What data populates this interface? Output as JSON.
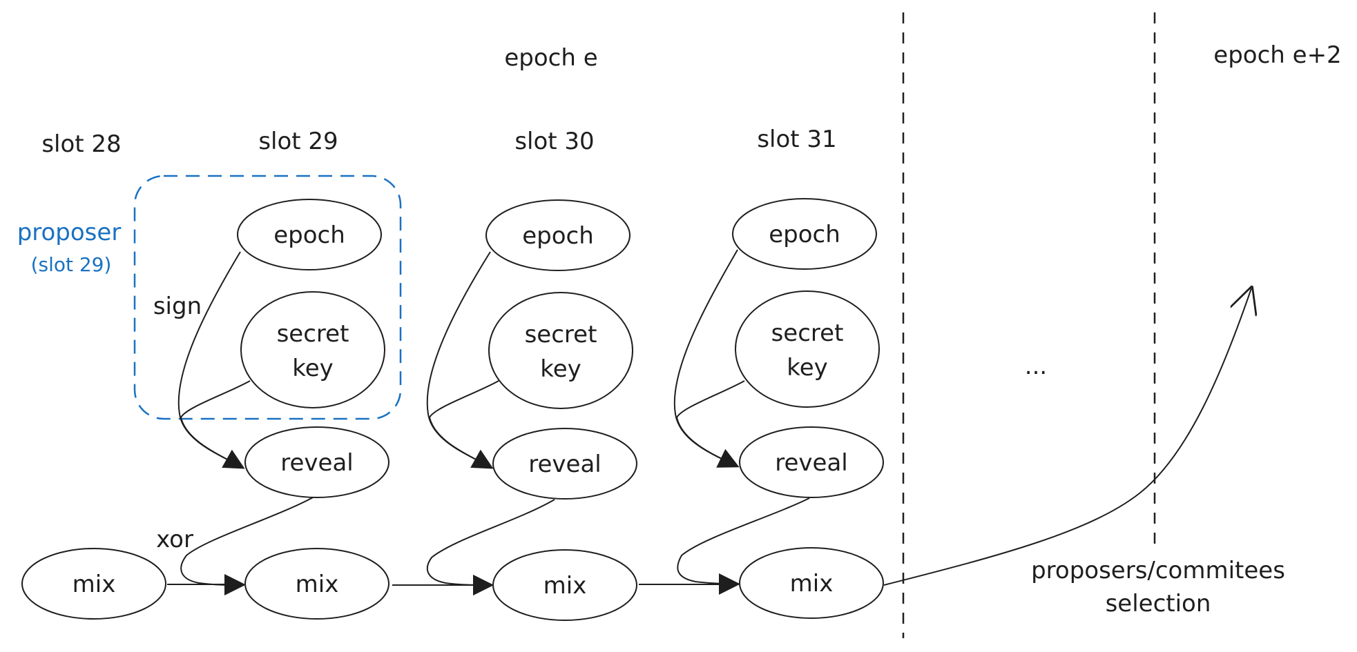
{
  "labels": {
    "epoch_e": "epoch e",
    "epoch_e2": "epoch e+2",
    "slot28": "slot 28",
    "slot29": "slot 29",
    "slot30": "slot 30",
    "slot31": "slot 31",
    "proposer": "proposer",
    "proposer_slot": "(slot 29)",
    "sign": "sign",
    "xor": "xor",
    "ellipsis": "...",
    "selection_line1": "proposers/commitees",
    "selection_line2": "selection"
  },
  "nodes": {
    "epoch": "epoch",
    "secret_line1": "secret",
    "secret_line2": "key",
    "reveal": "reveal",
    "mix": "mix"
  },
  "colors": {
    "ink": "#1e1e1e",
    "proposer_blue": "#1971c2"
  }
}
